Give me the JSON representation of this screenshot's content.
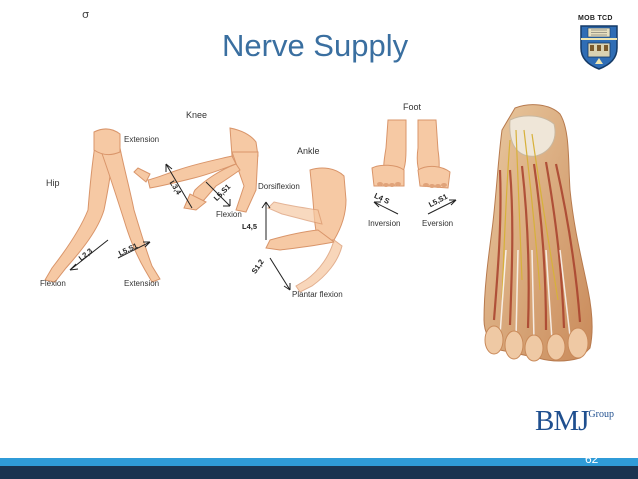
{
  "slide": {
    "title": "Nerve Supply",
    "corner_mark": "σ",
    "badge_label": "MOB TCD",
    "page_number": "62",
    "colors": {
      "title": "#3a6fa0",
      "bar_light": "#2f9bd8",
      "bar_dark": "#1a3350",
      "brand": "#1f4f8f"
    }
  },
  "figure": {
    "hip": {
      "heading": "Hip",
      "flexion": "Flexion",
      "extension": "Extension",
      "nerve_flexion": "L2,3",
      "nerve_extension": "L5,S1"
    },
    "knee": {
      "heading": "Knee",
      "extension": "Extension",
      "flexion": "Flexion",
      "nerve_extension": "L3,4",
      "nerve_flexion": "L5,S1"
    },
    "ankle": {
      "heading": "Ankle",
      "dorsiflexion": "Dorsiflexion",
      "plantar": "Plantar flexion",
      "nerve_dorsi": "L4,5",
      "nerve_plantar": "S1,2"
    },
    "foot": {
      "heading": "Foot",
      "inversion": "Inversion",
      "eversion": "Eversion",
      "nerve_inversion": "L4 S",
      "nerve_eversion": "L5,S1"
    }
  },
  "logo": {
    "brand": "BMJ",
    "suffix": "Group"
  }
}
